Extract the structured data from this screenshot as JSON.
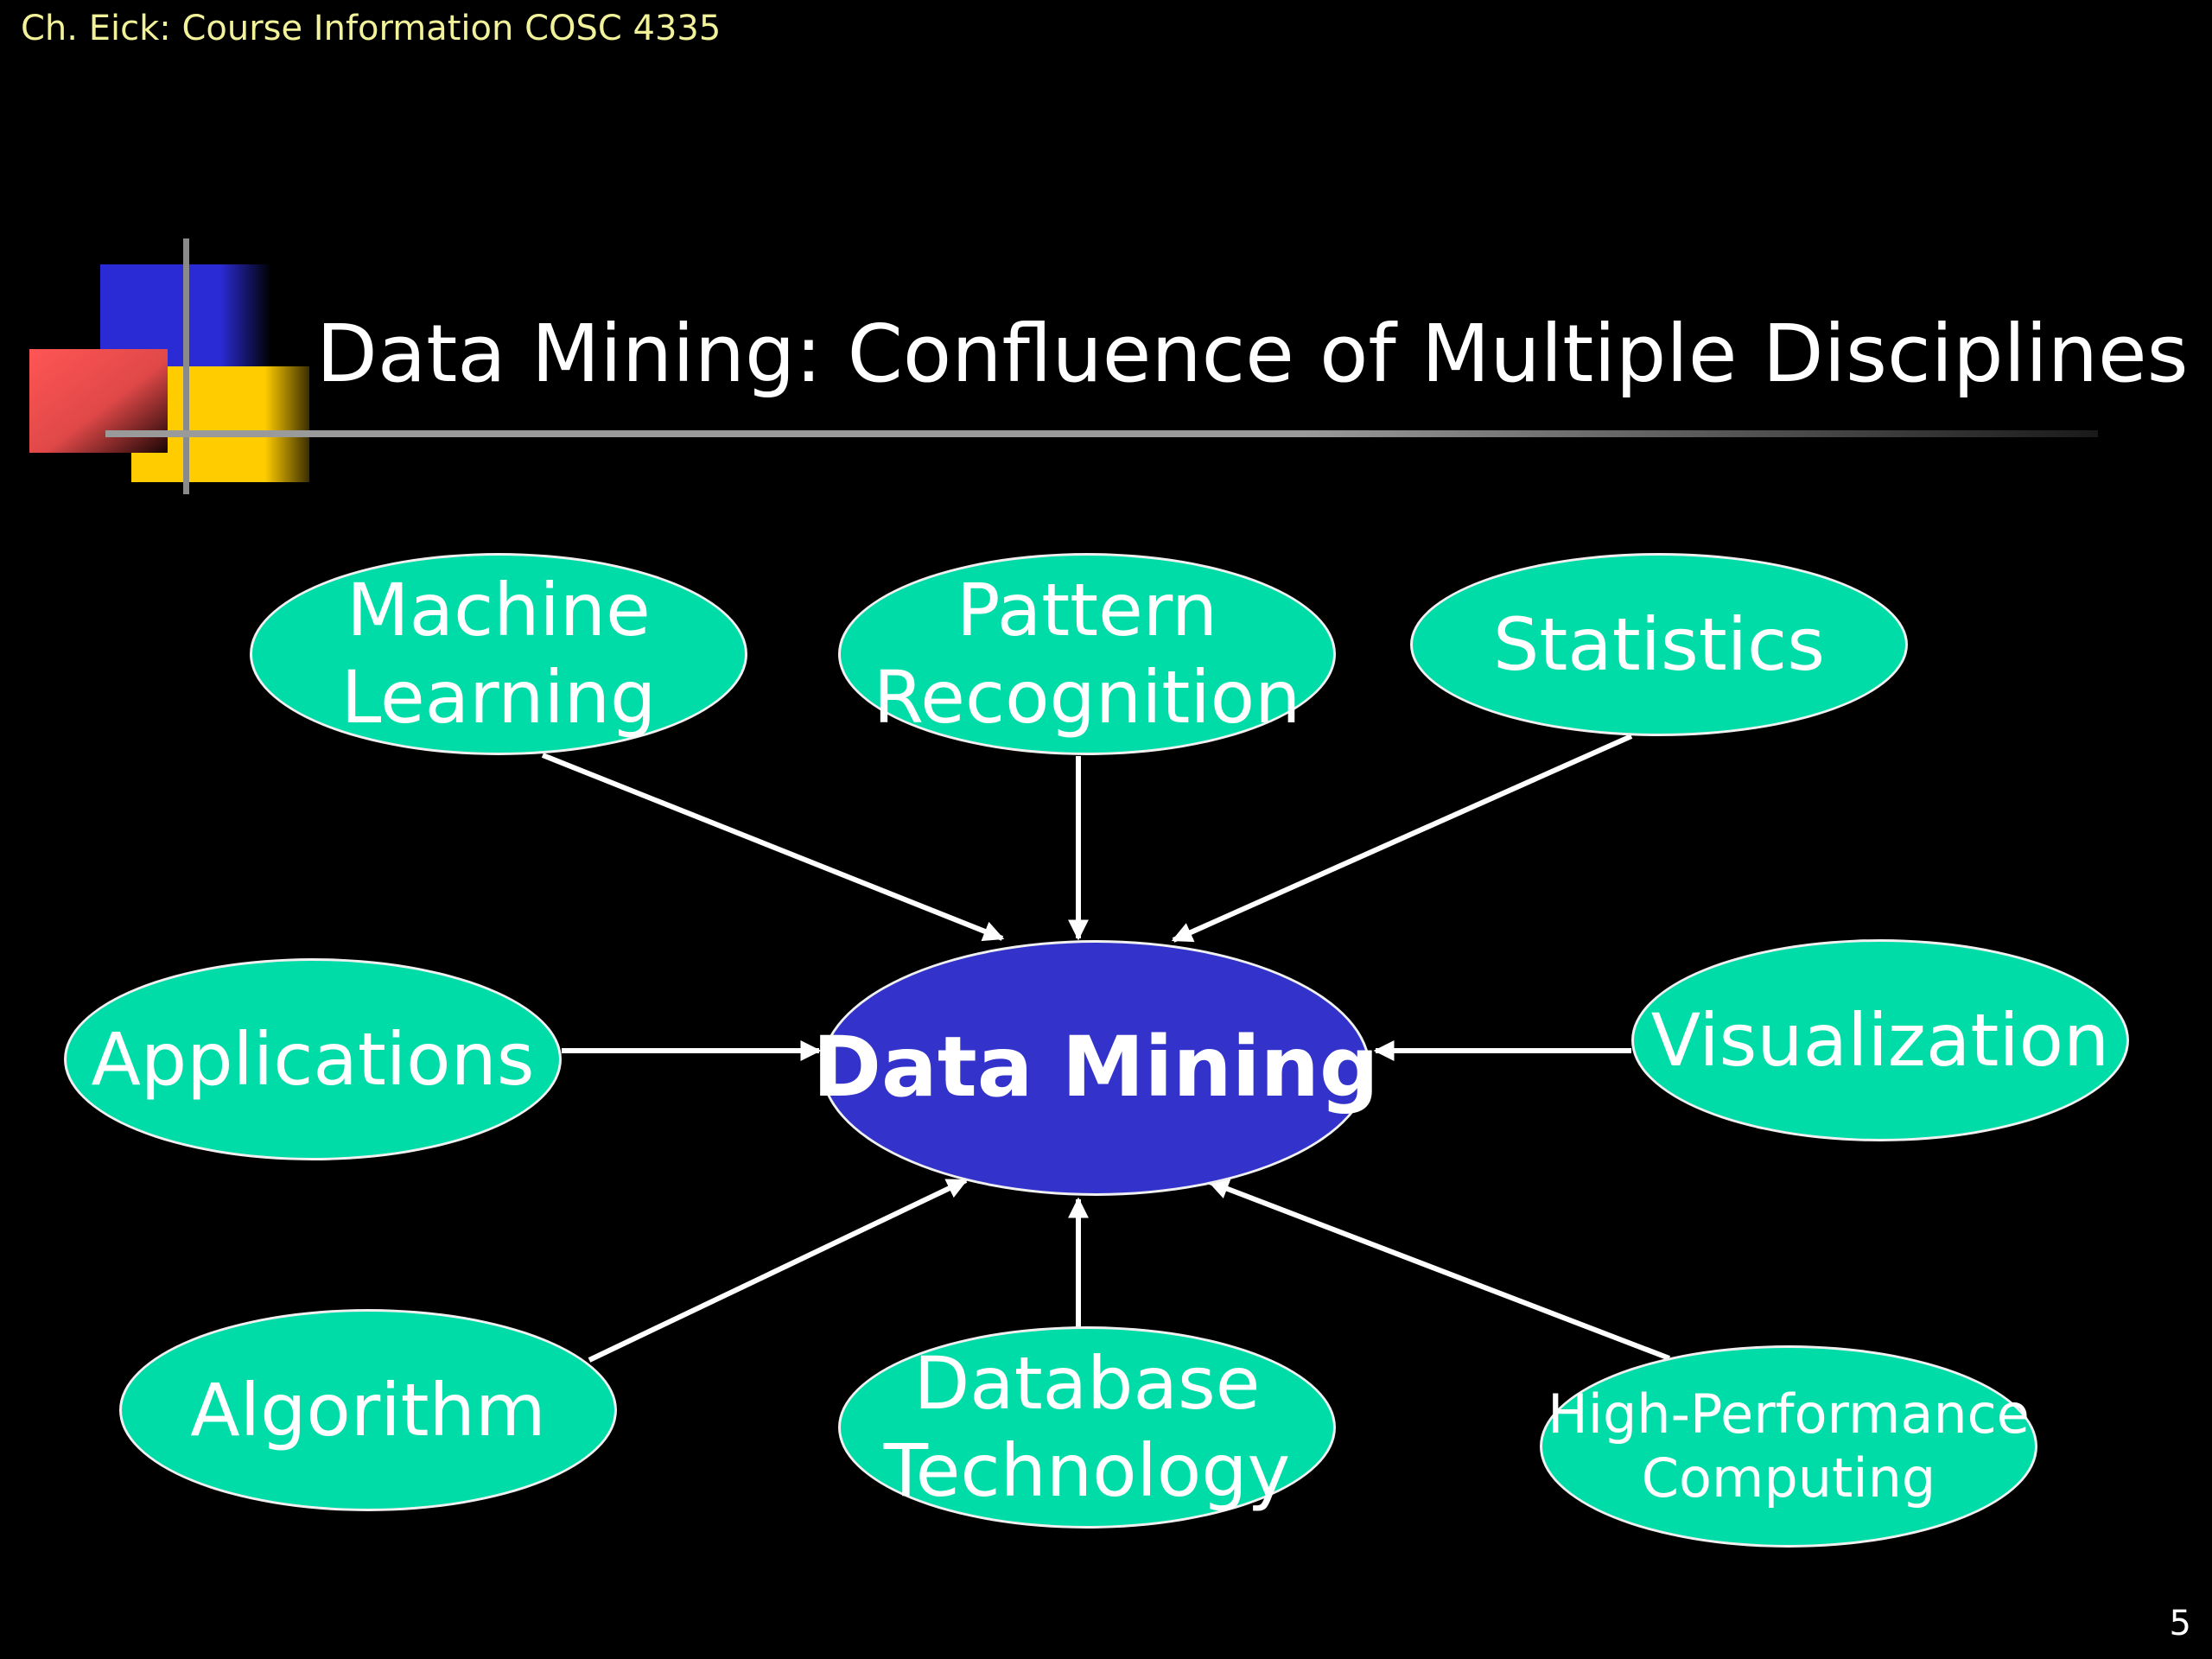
{
  "header": {
    "course_text": "Ch. Eick: Course Information COSC 4335"
  },
  "title": "Data Mining: Confluence of Multiple Disciplines",
  "page_number": "5",
  "colors": {
    "background": "#000000",
    "discipline_fill": "#00dca8",
    "center_fill": "#3333cc",
    "text": "#ffffff",
    "header_text": "#f2f29a"
  },
  "diagram": {
    "center": {
      "label": "Data Mining"
    },
    "disciplines": [
      {
        "id": "machine-learning",
        "lines": [
          "Machine",
          "Learning"
        ]
      },
      {
        "id": "pattern-recognition",
        "lines": [
          "Pattern",
          "Recognition"
        ]
      },
      {
        "id": "statistics",
        "lines": [
          "Statistics"
        ]
      },
      {
        "id": "applications",
        "lines": [
          "Applications"
        ]
      },
      {
        "id": "visualization",
        "lines": [
          "Visualization"
        ]
      },
      {
        "id": "algorithm",
        "lines": [
          "Algorithm"
        ]
      },
      {
        "id": "database-technology",
        "lines": [
          "Database",
          "Technology"
        ]
      },
      {
        "id": "high-performance-computing",
        "lines": [
          "High-Performance",
          "Computing"
        ]
      }
    ],
    "edges": [
      {
        "from": "machine-learning",
        "to": "center"
      },
      {
        "from": "pattern-recognition",
        "to": "center"
      },
      {
        "from": "statistics",
        "to": "center"
      },
      {
        "from": "applications",
        "to": "center"
      },
      {
        "from": "visualization",
        "to": "center"
      },
      {
        "from": "algorithm",
        "to": "center"
      },
      {
        "from": "database-technology",
        "to": "center"
      },
      {
        "from": "high-performance-computing",
        "to": "center"
      }
    ]
  }
}
